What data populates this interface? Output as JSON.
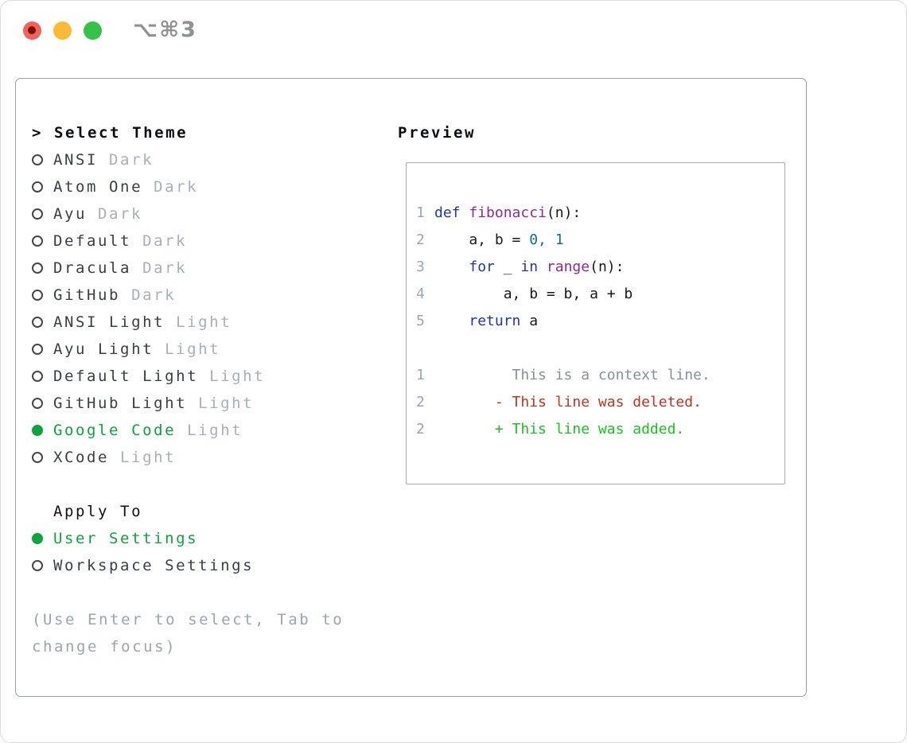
{
  "window": {
    "shortcut_label": "⌥⌘3",
    "traffic_lights": [
      {
        "name": "close",
        "color": "#f2615a",
        "inner_dot_color": "#7d100b"
      },
      {
        "name": "minimize",
        "color": "#f8bb31"
      },
      {
        "name": "zoom",
        "color": "#34c347"
      }
    ]
  },
  "theme_selector": {
    "title": "> Select Theme",
    "themes": [
      {
        "name": "ANSI",
        "variant": "Dark",
        "selected": false
      },
      {
        "name": "Atom One",
        "variant": "Dark",
        "selected": false
      },
      {
        "name": "Ayu",
        "variant": "Dark",
        "selected": false
      },
      {
        "name": "Default",
        "variant": "Dark",
        "selected": false
      },
      {
        "name": "Dracula",
        "variant": "Dark",
        "selected": false
      },
      {
        "name": "GitHub",
        "variant": "Dark",
        "selected": false
      },
      {
        "name": "ANSI Light",
        "variant": "Light",
        "selected": false
      },
      {
        "name": "Ayu Light",
        "variant": "Light",
        "selected": false
      },
      {
        "name": "Default Light",
        "variant": "Light",
        "selected": false
      },
      {
        "name": "GitHub Light",
        "variant": "Light",
        "selected": false
      },
      {
        "name": "Google Code",
        "variant": "Light",
        "selected": true
      },
      {
        "name": "XCode",
        "variant": "Light",
        "selected": false
      }
    ],
    "apply_to": {
      "label": "Apply To",
      "options": [
        {
          "name": "User Settings",
          "selected": true
        },
        {
          "name": "Workspace Settings",
          "selected": false
        }
      ]
    },
    "hint_lines": [
      "(Use Enter to select, Tab to",
      "change focus)"
    ],
    "colors": {
      "selection_green": "#0ba43e",
      "item_text": "#3a3e45",
      "variant_text": "#a8b0bd",
      "hint_text": "#9ba4b2"
    }
  },
  "preview": {
    "title": "Preview",
    "code_lines": [
      {
        "number": "1",
        "tokens": [
          {
            "t": "def ",
            "c": "kw"
          },
          {
            "t": "fibonacci",
            "c": "fn"
          },
          {
            "t": "(n):",
            "c": "pl"
          }
        ]
      },
      {
        "number": "2",
        "tokens": [
          {
            "t": "    a, b = ",
            "c": "pl"
          },
          {
            "t": "0, 1",
            "c": "num"
          }
        ]
      },
      {
        "number": "3",
        "tokens": [
          {
            "t": "    ",
            "c": "pl"
          },
          {
            "t": "for",
            "c": "kw"
          },
          {
            "t": " _ ",
            "c": "pl"
          },
          {
            "t": "in",
            "c": "kw"
          },
          {
            "t": " ",
            "c": "pl"
          },
          {
            "t": "range",
            "c": "fn"
          },
          {
            "t": "(n):",
            "c": "pl"
          }
        ]
      },
      {
        "number": "4",
        "tokens": [
          {
            "t": "        a, b = b, a + b",
            "c": "pl"
          }
        ]
      },
      {
        "number": "5",
        "tokens": [
          {
            "t": "    ",
            "c": "kw"
          },
          {
            "t": "return",
            "c": "kw"
          },
          {
            "t": " a",
            "c": "pl"
          }
        ]
      }
    ],
    "diff_lines": [
      {
        "number": "1",
        "tokens": [
          {
            "t": "         This is a context line.",
            "c": "ctx"
          }
        ]
      },
      {
        "number": "2",
        "tokens": [
          {
            "t": "       - This line was deleted.",
            "c": "del"
          }
        ]
      },
      {
        "number": "2",
        "tokens": [
          {
            "t": "       + This line was added.",
            "c": "add"
          }
        ]
      }
    ],
    "syntax_colors": {
      "keyword": "#2334ae",
      "function": "#8e2a92",
      "literal": "#0d7378",
      "plain": "#17191c",
      "line_number": "#9ca6b6",
      "context": "#8a9099",
      "deleted": "#c4331d",
      "added": "#16c41f"
    }
  }
}
